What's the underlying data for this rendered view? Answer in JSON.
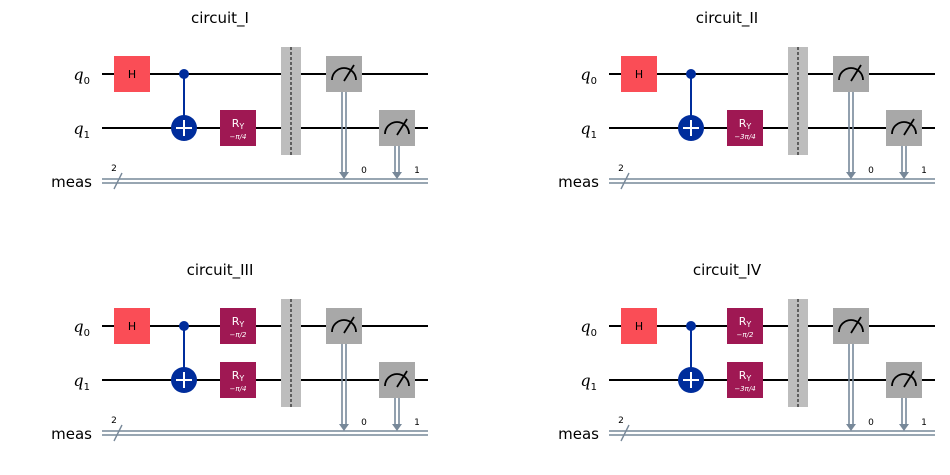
{
  "colors": {
    "h_gate": "#FA4D56",
    "cx": "#002D9C",
    "ry_gate": "#9F1853",
    "barrier": "#BDBDBD",
    "measure": "#A8A8A8",
    "classical_wire": "#778899",
    "quantum_wire": "#000000"
  },
  "circuits": [
    {
      "title": "circuit_I",
      "qubit_labels": [
        "q",
        "q"
      ],
      "qubit_indices": [
        "0",
        "1"
      ],
      "creg_label": "meas",
      "creg_size": "2",
      "h_label": "H",
      "ry_gates": [
        {
          "qubit": 1,
          "label": "R",
          "sub": "Y",
          "param": "−π/4"
        }
      ],
      "measure_bits": [
        "0",
        "1"
      ]
    },
    {
      "title": "circuit_II",
      "qubit_labels": [
        "q",
        "q"
      ],
      "qubit_indices": [
        "0",
        "1"
      ],
      "creg_label": "meas",
      "creg_size": "2",
      "h_label": "H",
      "ry_gates": [
        {
          "qubit": 1,
          "label": "R",
          "sub": "Y",
          "param": "−3π/4"
        }
      ],
      "measure_bits": [
        "0",
        "1"
      ]
    },
    {
      "title": "circuit_III",
      "qubit_labels": [
        "q",
        "q"
      ],
      "qubit_indices": [
        "0",
        "1"
      ],
      "creg_label": "meas",
      "creg_size": "2",
      "h_label": "H",
      "ry_gates": [
        {
          "qubit": 0,
          "label": "R",
          "sub": "Y",
          "param": "−π/2"
        },
        {
          "qubit": 1,
          "label": "R",
          "sub": "Y",
          "param": "−π/4"
        }
      ],
      "measure_bits": [
        "0",
        "1"
      ]
    },
    {
      "title": "circuit_IV",
      "qubit_labels": [
        "q",
        "q"
      ],
      "qubit_indices": [
        "0",
        "1"
      ],
      "creg_label": "meas",
      "creg_size": "2",
      "h_label": "H",
      "ry_gates": [
        {
          "qubit": 0,
          "label": "R",
          "sub": "Y",
          "param": "−π/2"
        },
        {
          "qubit": 1,
          "label": "R",
          "sub": "Y",
          "param": "−3π/4"
        }
      ],
      "measure_bits": [
        "0",
        "1"
      ]
    }
  ]
}
